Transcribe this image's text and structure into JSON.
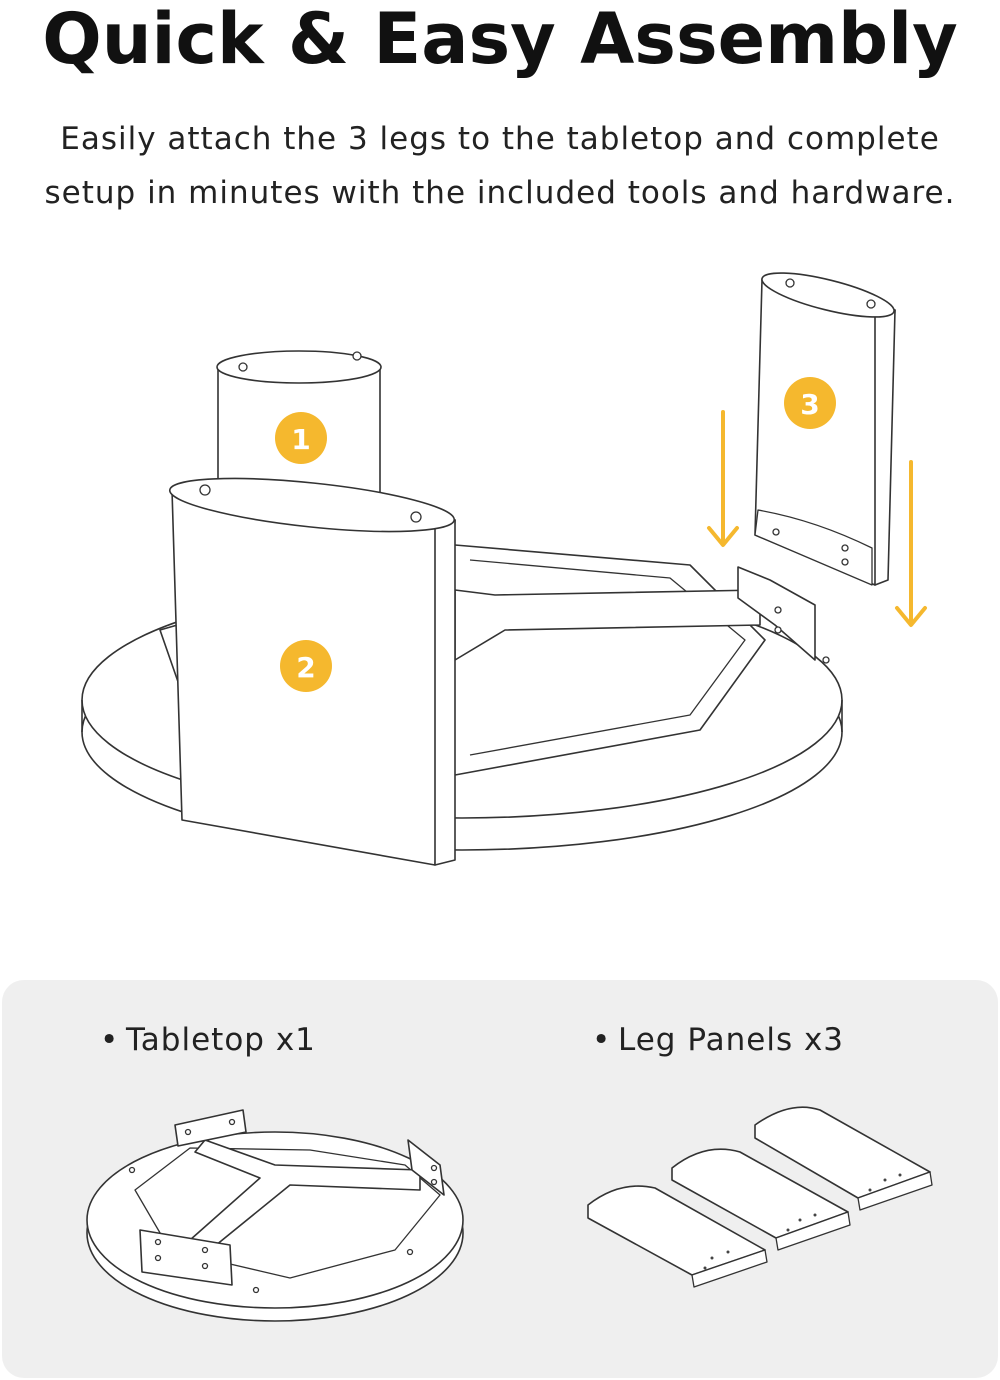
{
  "header": {
    "title": "Quick & Easy Assembly",
    "subtitle": "Easily attach the 3 legs to the tabletop and complete\nsetup in minutes with the  included tools and hardware."
  },
  "steps": [
    {
      "number": "1"
    },
    {
      "number": "2"
    },
    {
      "number": "3"
    }
  ],
  "colors": {
    "accent": "#F5B82E",
    "panel_bg": "#EFEFEF",
    "line": "#333333"
  },
  "parts": [
    {
      "bullet": "•",
      "label": "Tabletop x1"
    },
    {
      "bullet": "•",
      "label": "Leg Panels x3"
    }
  ]
}
